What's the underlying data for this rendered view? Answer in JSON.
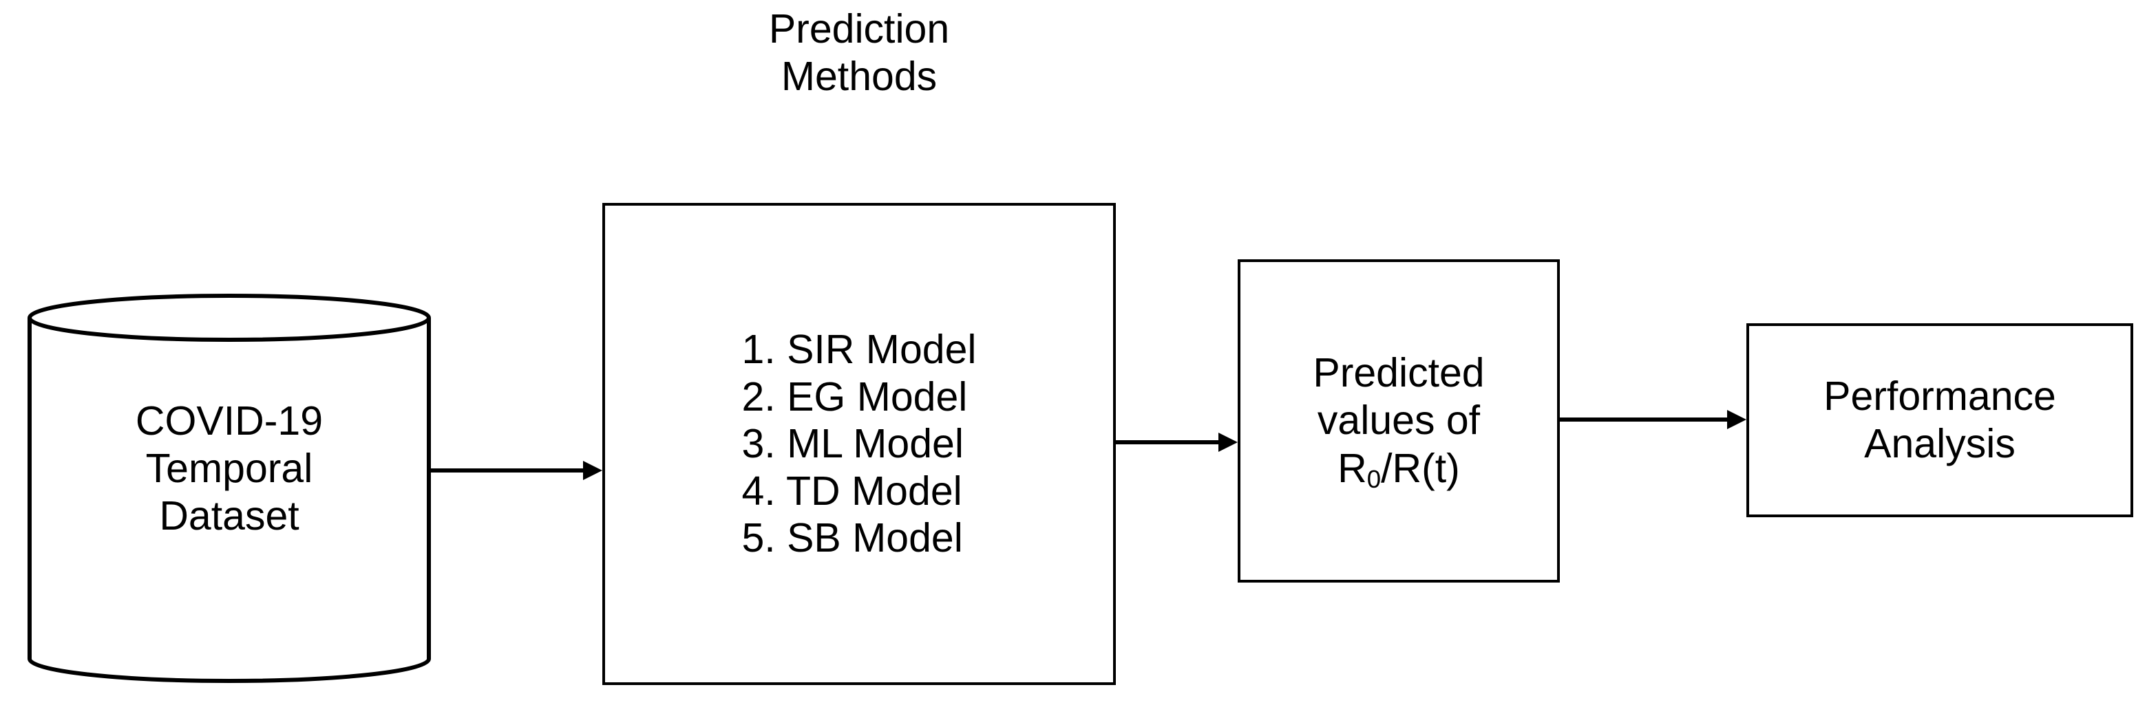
{
  "diagram": {
    "title": "COVID-19 R0/R(t) prediction pipeline flowchart",
    "background_color": "#ffffff",
    "stroke_color": "#000000"
  },
  "datasource": {
    "name": "COVID-19 Temporal Dataset",
    "label": "COVID-19\nTemporal\nDataset",
    "shape": "cylinder"
  },
  "prediction_methods": {
    "title": "Prediction\nMethods",
    "items": [
      "1. SIR Model",
      "2. EG Model",
      "3. ML Model",
      "4. TD Model",
      "5. SB Model"
    ]
  },
  "predicted_values": {
    "line1": "Predicted",
    "line2": "values of",
    "r_main": "R",
    "r_sub": "0",
    "r_rest": "/R(t)"
  },
  "performance": {
    "label": "Performance\nAnalysis"
  },
  "arrows": [
    {
      "name": "dataset-to-methods",
      "from": "COVID-19 Temporal Dataset",
      "to": "Prediction Methods"
    },
    {
      "name": "methods-to-predicted",
      "from": "Prediction Methods",
      "to": "Predicted values of R0/R(t)"
    },
    {
      "name": "predicted-to-performance",
      "from": "Predicted values of R0/R(t)",
      "to": "Performance Analysis"
    }
  ]
}
